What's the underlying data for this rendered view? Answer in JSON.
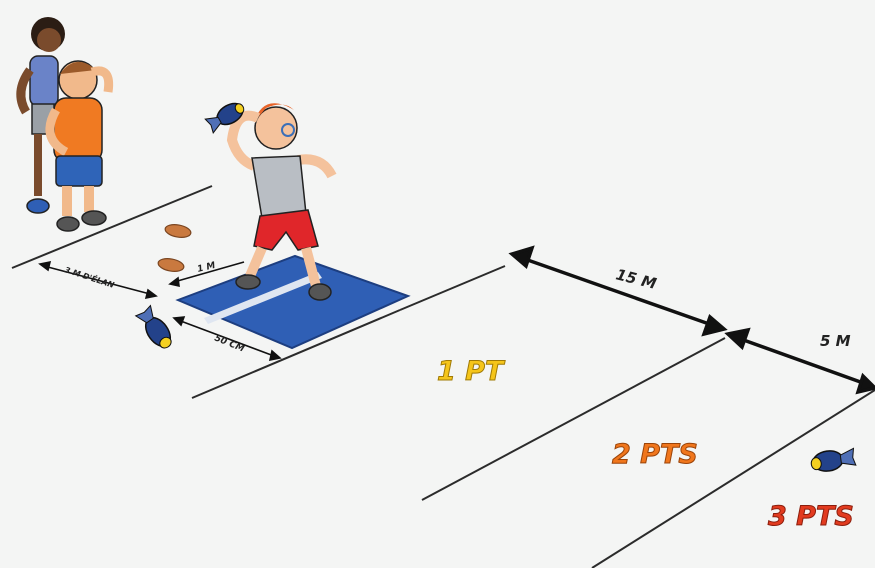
{
  "measurements": {
    "throw_distance_15": "15 M",
    "throw_distance_5": "5 M",
    "pad_length": "1 M",
    "pad_width": "50 CM",
    "waiting_area": "3 M D'ÉLAN"
  },
  "zones": {
    "zone_1": "1 PT",
    "zone_2": "2 PTS",
    "zone_3": "3 PTS"
  },
  "colors": {
    "zone_1": "#f5c51a",
    "zone_2": "#f0761c",
    "zone_3": "#e23b1f",
    "mat": "#2f5fb5",
    "line": "#222222",
    "ground": "#f4f5f4"
  },
  "icons": {
    "projectile": "vortex-ball-icon",
    "footprints": "footprint-icon"
  }
}
